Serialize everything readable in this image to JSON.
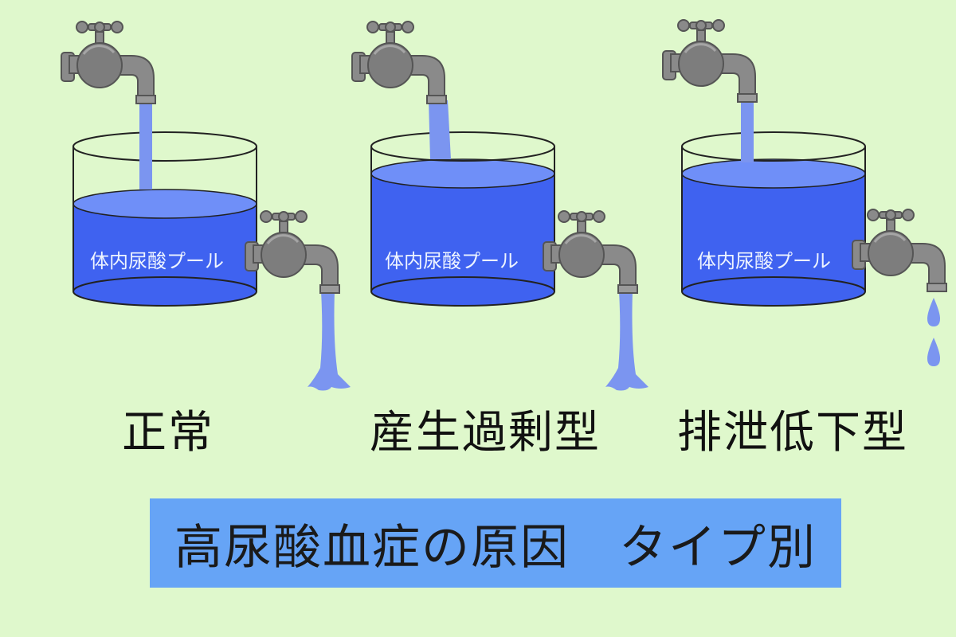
{
  "title": "高尿酸血症の原因　タイプ別",
  "pool_label": "体内尿酸プール",
  "types": [
    {
      "label": "正常",
      "pool_level": "medium",
      "outflow": "normal"
    },
    {
      "label": "産生過剰型",
      "pool_level": "high",
      "outflow": "normal"
    },
    {
      "label": "排泄低下型",
      "pool_level": "high",
      "outflow": "drops"
    }
  ],
  "colors": {
    "background": "#dff8cc",
    "water": "#3f62f0",
    "water_surface": "#6f8ff8",
    "stream": "#7b95f0",
    "faucet": "#8a8a8a",
    "title_bar": "#66a4f6"
  }
}
